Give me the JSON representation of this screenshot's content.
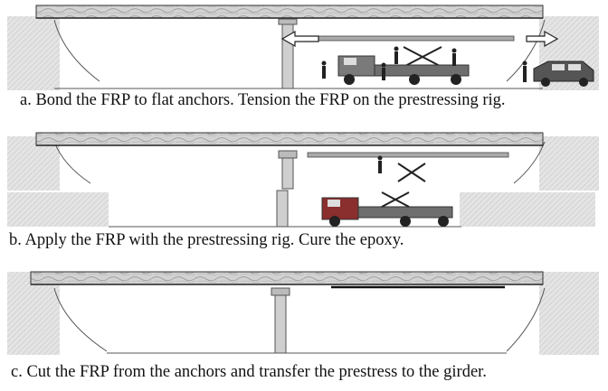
{
  "captions": {
    "a": "a. Bond the FRP to flat anchors. Tension the FRP on the prestressing rig.",
    "b": "b. Apply the FRP with the prestressing rig. Cure the epoxy.",
    "c": "c. Cut the FRP from the anchors and transfer the prestress to the girder."
  },
  "colors": {
    "deck": "#c9c9c9",
    "stone": "#bdbdbd",
    "outline": "#333333",
    "truck": "#7a7a7a",
    "arrow": "#ffffff"
  },
  "icons": [
    "bridge-deck",
    "pier",
    "abutment",
    "prestressing-rig",
    "truck",
    "worker",
    "suv",
    "tension-arrow"
  ]
}
